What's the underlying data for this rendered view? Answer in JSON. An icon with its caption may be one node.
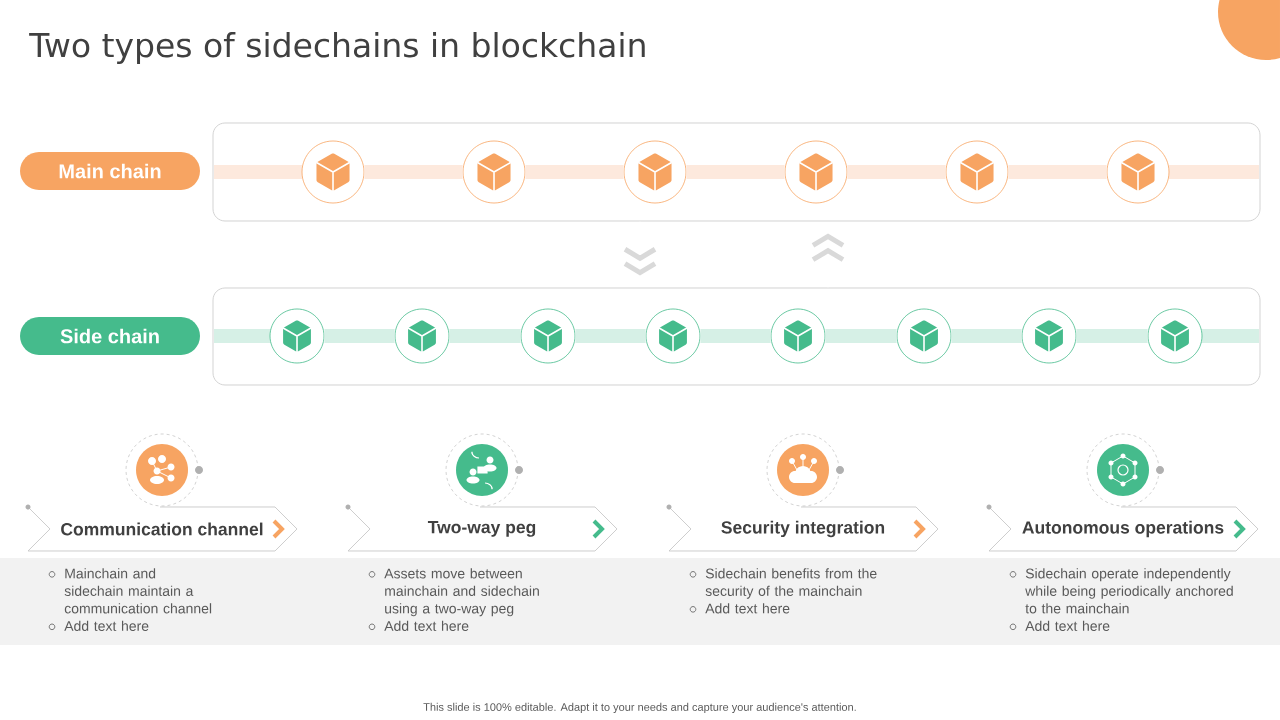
{
  "diagram": {
    "title": "Two types of sidechains in blockchain",
    "nodes": [
      {
        "text": [
          "Main chain"
        ]
      },
      {
        "text": [],
        "shape": "box"
      },
      {
        "text": [],
        "shape": "circle",
        "in": 1
      },
      {
        "text": [],
        "shape": "circle",
        "in": 1
      },
      {
        "text": [],
        "shape": "circle",
        "in": 1
      },
      {
        "text": [],
        "shape": "circle",
        "in": 1
      },
      {
        "text": [],
        "shape": "circle",
        "in": 1
      },
      {
        "text": [],
        "shape": "circle",
        "in": 1
      },
      {
        "text": [
          "Side chain"
        ]
      },
      {
        "text": [],
        "shape": "box"
      },
      {
        "text": [],
        "shape": "circle",
        "in": 9
      },
      {
        "text": [],
        "shape": "circle",
        "in": 9
      },
      {
        "text": [],
        "shape": "circle",
        "in": 9
      },
      {
        "text": [],
        "shape": "circle",
        "in": 9
      },
      {
        "text": [],
        "shape": "circle",
        "in": 9
      },
      {
        "text": [],
        "shape": "circle",
        "in": 9
      },
      {
        "text": [],
        "shape": "circle",
        "in": 9
      },
      {
        "text": [],
        "shape": "circle",
        "in": 9
      },
      {
        "text": [
          "Communication channel"
        ],
        "beside": [
          "Mainchain and sidechain maintain a communication channel",
          "Add text here"
        ]
      },
      {
        "text": [
          "Two-way peg"
        ],
        "beside": [
          "Assets move between mainchain and sidechain using a two-way peg",
          "Add text here"
        ]
      },
      {
        "text": [
          "Security integration"
        ],
        "beside": [
          "Sidechain benefits from the security of the mainchain",
          "Add text here"
        ]
      },
      {
        "text": [
          "Autonomous operations"
        ],
        "beside": [
          "Sidechain operate independently while being periodically anchored to the mainchain",
          "Add text here"
        ]
      }
    ],
    "edges": [
      {
        "from": 2,
        "to": 3,
        "arrow": "none",
        "color": "#fde9dd"
      },
      {
        "from": 3,
        "to": 4,
        "arrow": "none",
        "color": "#fde9dd"
      },
      {
        "from": 4,
        "to": 5,
        "arrow": "none",
        "color": "#fde9dd"
      },
      {
        "from": 5,
        "to": 6,
        "arrow": "none",
        "color": "#fde9dd"
      },
      {
        "from": 6,
        "to": 7,
        "arrow": "none",
        "color": "#fde9dd"
      },
      {
        "from": 10,
        "to": 11,
        "arrow": "none",
        "color": "#d6f0e6"
      },
      {
        "from": 11,
        "to": 12,
        "arrow": "none",
        "color": "#d6f0e6"
      },
      {
        "from": 12,
        "to": 13,
        "arrow": "none",
        "color": "#d6f0e6"
      },
      {
        "from": 13,
        "to": 14,
        "arrow": "none",
        "color": "#d6f0e6"
      },
      {
        "from": 14,
        "to": 15,
        "arrow": "none",
        "color": "#d6f0e6"
      },
      {
        "from": 15,
        "to": 16,
        "arrow": "none",
        "color": "#d6f0e6"
      },
      {
        "from": 16,
        "to": 17,
        "arrow": "none",
        "color": "#d6f0e6"
      },
      {
        "from": 1,
        "to": 9,
        "arrow": "to",
        "color": "#d9d9d9"
      },
      {
        "from": 9,
        "to": 1,
        "arrow": "to",
        "color": "#d9d9d9"
      }
    ],
    "labels": [
      "This slide is 100% editable. Adapt it to your needs and capture your audience's attention."
    ]
  }
}
